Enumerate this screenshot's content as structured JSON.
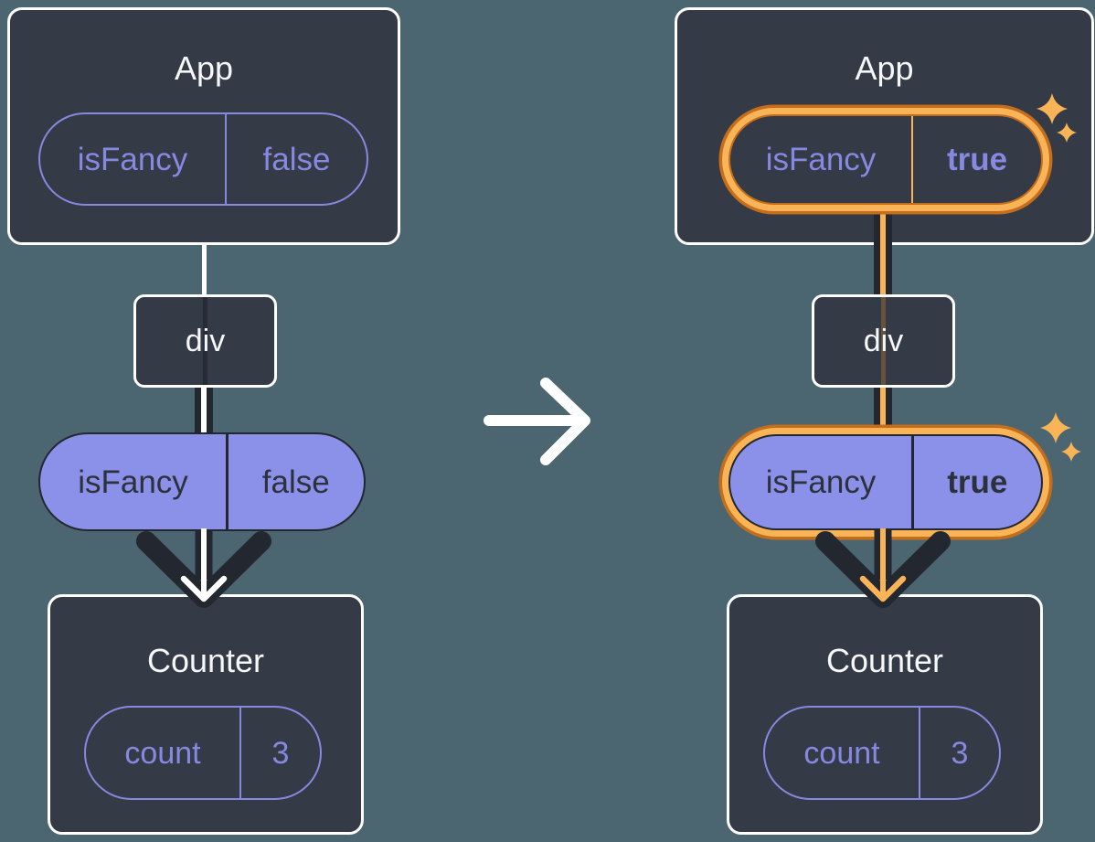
{
  "diagram_title": "React state change diagram: App passes isFancy prop through div to Counter; before (false) and after (true, highlighted) states",
  "colors": {
    "canvas_background": "#4c6671",
    "card_background": "#343a46",
    "card_border": "#ffffff",
    "purple_text": "#8689e0",
    "purple_fill": "#8b90e9",
    "dark_ink": "#23272f",
    "highlight_orange": "#f9b457",
    "highlight_orange_dark": "#c46e1c",
    "title_text": "#f6f7f9"
  },
  "panels": {
    "before": {
      "app": {
        "title": "App",
        "state_name": "isFancy",
        "state_value": "false"
      },
      "div_node": {
        "label": "div"
      },
      "prop_pill": {
        "name": "isFancy",
        "value": "false"
      },
      "counter": {
        "title": "Counter",
        "state_name": "count",
        "state_value": "3"
      }
    },
    "after": {
      "app": {
        "title": "App",
        "state_name": "isFancy",
        "state_value": "true"
      },
      "div_node": {
        "label": "div"
      },
      "prop_pill": {
        "name": "isFancy",
        "value": "true"
      },
      "counter": {
        "title": "Counter",
        "state_name": "count",
        "state_value": "3"
      }
    }
  },
  "icons": {
    "transition_arrow": "right-arrow between before and after panels",
    "flow_arrow": "down-arrow from prop pill into Counter",
    "sparkles": "four-point sparkle stars marking changed state"
  }
}
